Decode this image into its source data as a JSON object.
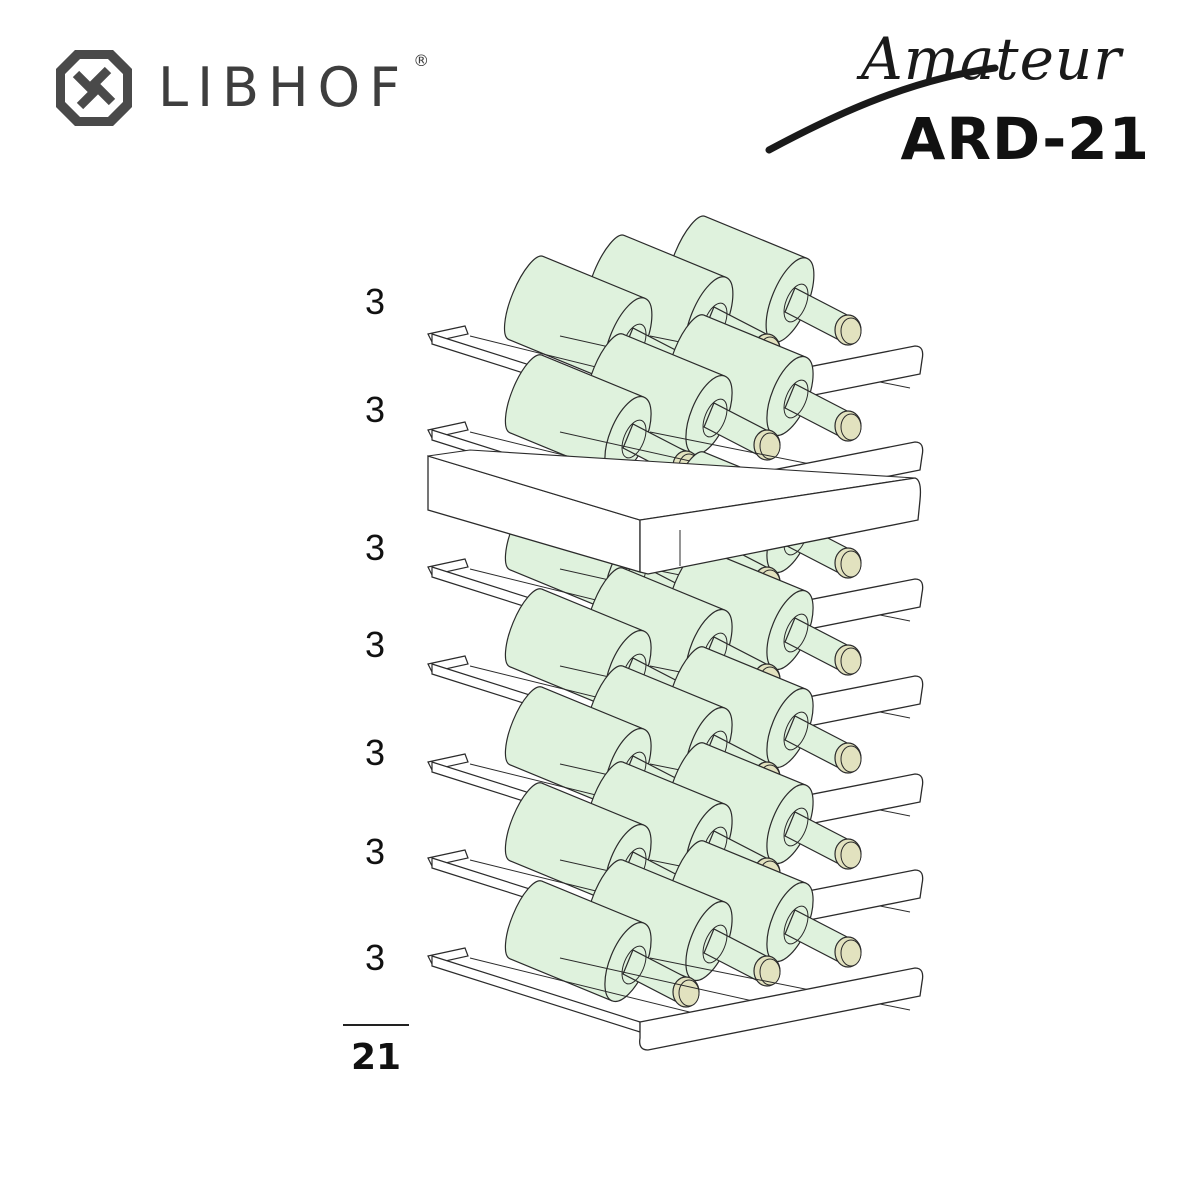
{
  "brand": {
    "name": "LIBHOF",
    "registered": "®",
    "series": "Amateur",
    "model": "ARD-21"
  },
  "shelves": {
    "counts": [
      "3",
      "3",
      "3",
      "3",
      "3",
      "3",
      "3"
    ],
    "total": "21"
  },
  "colors": {
    "bottle_body": "#dff2dd",
    "cork": "#e2e2bf",
    "outline": "#2b2b2b",
    "rail": "#ffffff",
    "logo": "#4a4a4a"
  }
}
